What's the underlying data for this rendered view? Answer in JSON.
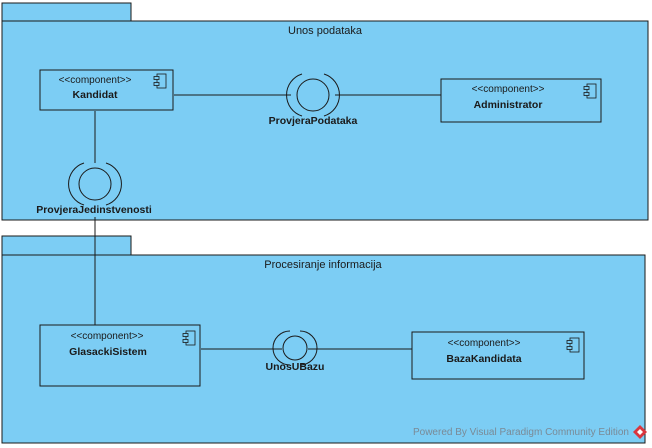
{
  "packages": [
    {
      "id": "unos",
      "title": "Unos podataka"
    },
    {
      "id": "procesiranje",
      "title": "Procesiranje informacija"
    }
  ],
  "components": [
    {
      "id": "kandidat",
      "stereotype": "<<component>>",
      "name": "Kandidat"
    },
    {
      "id": "administrator",
      "stereotype": "<<component>>",
      "name": "Administrator"
    },
    {
      "id": "glasacki",
      "stereotype": "<<component>>",
      "name": "GlasackiSistem"
    },
    {
      "id": "baza",
      "stereotype": "<<component>>",
      "name": "BazaKandidata"
    }
  ],
  "interfaces": [
    {
      "id": "provjera-podataka",
      "name": "ProvjeraPodataka"
    },
    {
      "id": "provjera-jedinstvenosti",
      "name": "ProvjeraJedinstvenosti"
    },
    {
      "id": "unos-u-bazu",
      "name": "UnosUBazu"
    }
  ],
  "watermark": "Powered By  Visual Paradigm Community Edition",
  "colors": {
    "package_fill": "#7ccdf4",
    "component_fill": "#7ccdf4",
    "stroke": "#1a1a1a",
    "watermark_logo": "#d9363e"
  }
}
